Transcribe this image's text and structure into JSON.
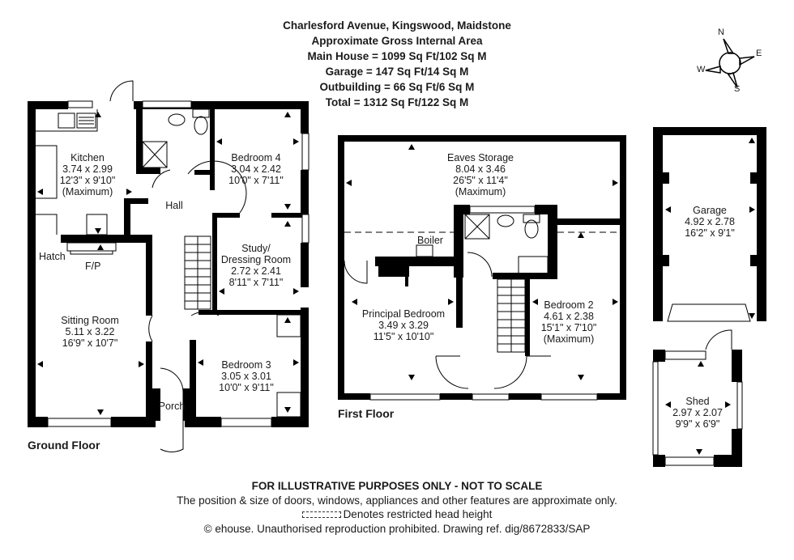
{
  "header": {
    "address": "Charlesford Avenue, Kingswood, Maidstone",
    "area_title": "Approximate Gross Internal Area",
    "main_house": "Main House = 1099 Sq Ft/102 Sq M",
    "garage": "Garage = 147 Sq Ft/14 Sq M",
    "outbuilding": "Outbuilding = 66 Sq Ft/6 Sq M",
    "total": "Total = 1312 Sq Ft/122 Sq M"
  },
  "compass": {
    "n": "N",
    "e": "E",
    "s": "S",
    "w": "W"
  },
  "ground_floor": {
    "label": "Ground Floor",
    "rooms": [
      {
        "name": "Kitchen",
        "metric": "3.74 x 2.99",
        "imperial": "12'3\" x 9'10\"",
        "note": "(Maximum)"
      },
      {
        "name": "Bedroom 4",
        "metric": "3.04 x 2.42",
        "imperial": "10'0\" x 7'11\""
      },
      {
        "name": "Hall"
      },
      {
        "name": "Study/",
        "name2": "Dressing Room",
        "metric": "2.72 x 2.41",
        "imperial": "8'11\" x 7'11\""
      },
      {
        "name": "Sitting Room",
        "metric": "5.11 x 3.22",
        "imperial": "16'9\" x 10'7\""
      },
      {
        "name": "Bedroom 3",
        "metric": "3.05 x 3.01",
        "imperial": "10'0\" x 9'11\""
      },
      {
        "name": "Porch"
      }
    ],
    "features": {
      "hatch": "Hatch",
      "fireplace": "F/P"
    }
  },
  "first_floor": {
    "label": "First Floor",
    "rooms": [
      {
        "name": "Eaves Storage",
        "metric": "8.04 x 3.46",
        "imperial": "26'5\" x 11'4\"",
        "note": "(Maximum)"
      },
      {
        "name": "Principal Bedroom",
        "metric": "3.49 x 3.29",
        "imperial": "11'5\" x 10'10\""
      },
      {
        "name": "Bedroom 2",
        "metric": "4.61 x 2.38",
        "imperial": "15'1\" x 7'10\"",
        "note": "(Maximum)"
      }
    ],
    "features": {
      "boiler": "Boiler"
    }
  },
  "garage": {
    "name": "Garage",
    "metric": "4.92 x 2.78",
    "imperial": "16'2\" x 9'1\""
  },
  "shed": {
    "name": "Shed",
    "metric": "2.97 x 2.07",
    "imperial": "9'9\" x 6'9\""
  },
  "footer": {
    "disclaimer": "FOR ILLUSTRATIVE PURPOSES ONLY - NOT TO SCALE",
    "note": "The position & size of doors, windows, appliances and other features are approximate only.",
    "legend": "Denotes restricted head height",
    "copyright": "© ehouse. Unauthorised reproduction prohibited. Drawing ref. dig/8672833/SAP"
  }
}
